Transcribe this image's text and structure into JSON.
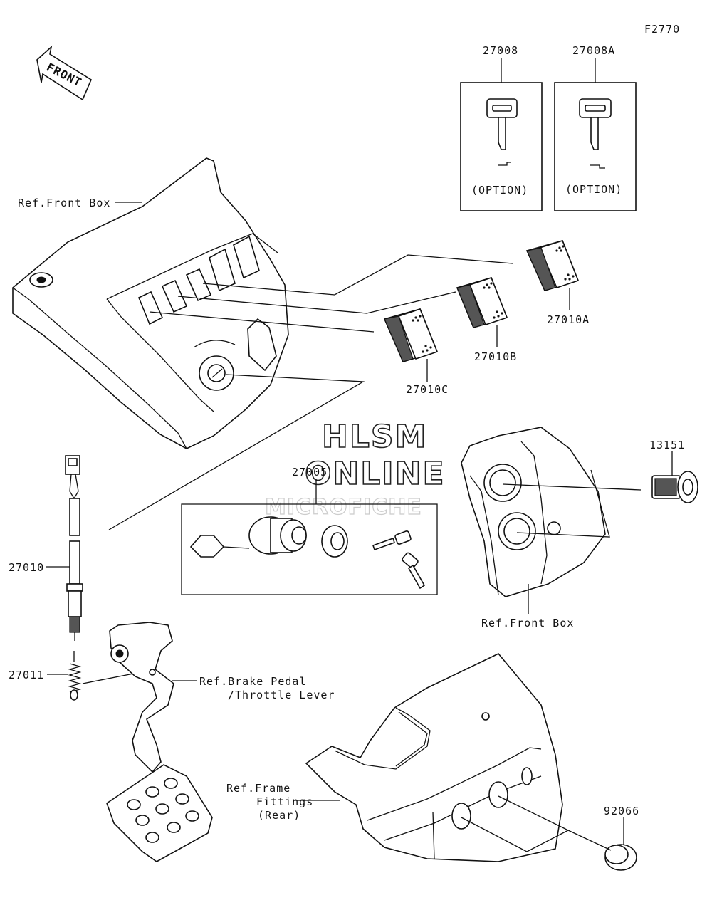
{
  "figure_code": "F2770",
  "front_arrow": "FRONT",
  "watermark": {
    "line1": "HLSM",
    "line2": "ONLINE",
    "line3": "MICROFICHE"
  },
  "parts": {
    "p27008": "27008",
    "p27008A": "27008A",
    "p27010A": "27010A",
    "p27010B": "27010B",
    "p27010C": "27010C",
    "p27005": "27005",
    "p13151": "13151",
    "p27010": "27010",
    "p27011": "27011",
    "p92066": "92066"
  },
  "option_label": "(OPTION)",
  "refs": {
    "front_box_top": "Ref.Front Box",
    "front_box_right": "Ref.Front Box",
    "brake_pedal_line1": "Ref.Brake Pedal",
    "brake_pedal_line2": "/Throttle Lever",
    "frame_line1": "Ref.Frame",
    "frame_line2": "Fittings",
    "frame_line3": "(Rear)"
  }
}
